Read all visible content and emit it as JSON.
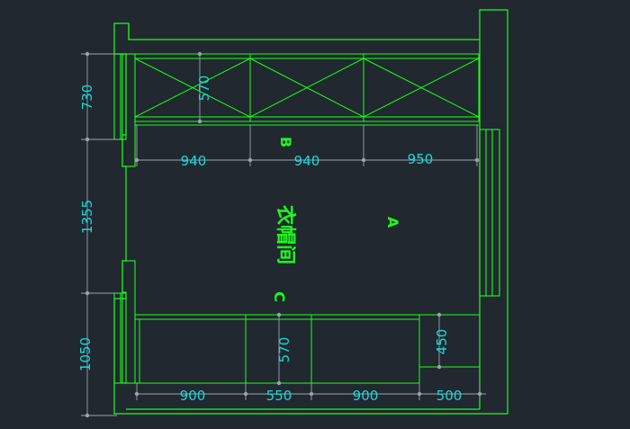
{
  "colors": {
    "background": "#212830",
    "walls": "#19ff19",
    "furniture": "#19ff19",
    "dimensions": "#19d9d9",
    "labels": "#19ff19"
  },
  "room": {
    "name": "衣帽间",
    "zone_a": "A",
    "zone_b": "B",
    "zone_c": "C"
  },
  "dimensions": {
    "top_cabinet_width_1": "940",
    "top_cabinet_width_2": "940",
    "top_cabinet_width_3": "950",
    "top_cabinet_depth": "570",
    "bottom_cabinet_width_1": "900",
    "bottom_cabinet_width_2": "550",
    "bottom_cabinet_width_3": "900",
    "bottom_cabinet_width_4": "500",
    "bottom_cabinet_depth": "570",
    "bottom_right_unit_depth": "450",
    "left_span_top": "730",
    "left_span_middle": "1355",
    "left_span_bottom": "1050"
  }
}
